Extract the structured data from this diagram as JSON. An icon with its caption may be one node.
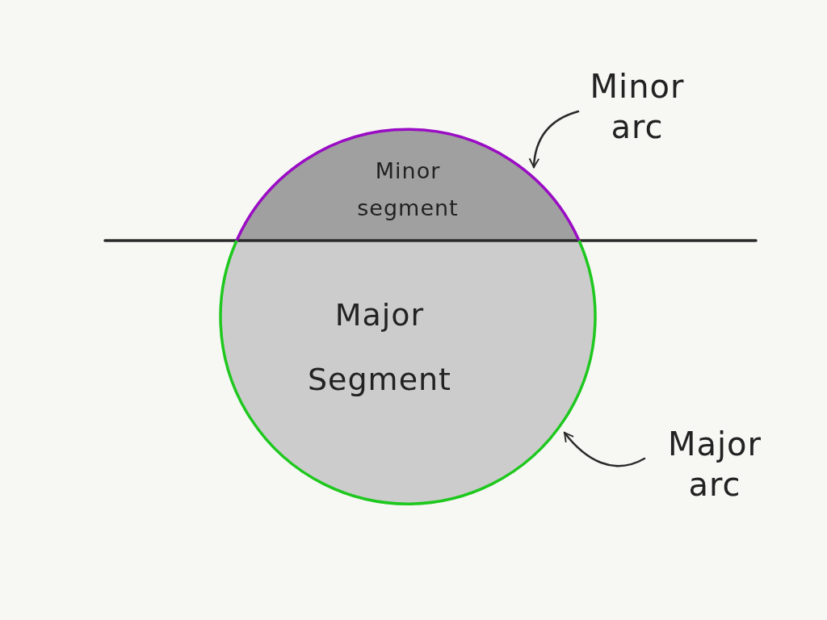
{
  "diagram": {
    "nodes": [
      {
        "text": [
          "Minor segment"
        ]
      },
      {
        "text": [
          "Major Segment"
        ]
      },
      {
        "text": [
          "Minor arc"
        ]
      },
      {
        "text": [],
        "shape": "arc"
      },
      {
        "text": [
          "Major arc"
        ]
      },
      {
        "text": [],
        "shape": "arc"
      }
    ],
    "edges": [
      {
        "from": 2,
        "to": 3,
        "arrow": "to"
      },
      {
        "from": 4,
        "to": 5,
        "arrow": "to"
      }
    ]
  }
}
